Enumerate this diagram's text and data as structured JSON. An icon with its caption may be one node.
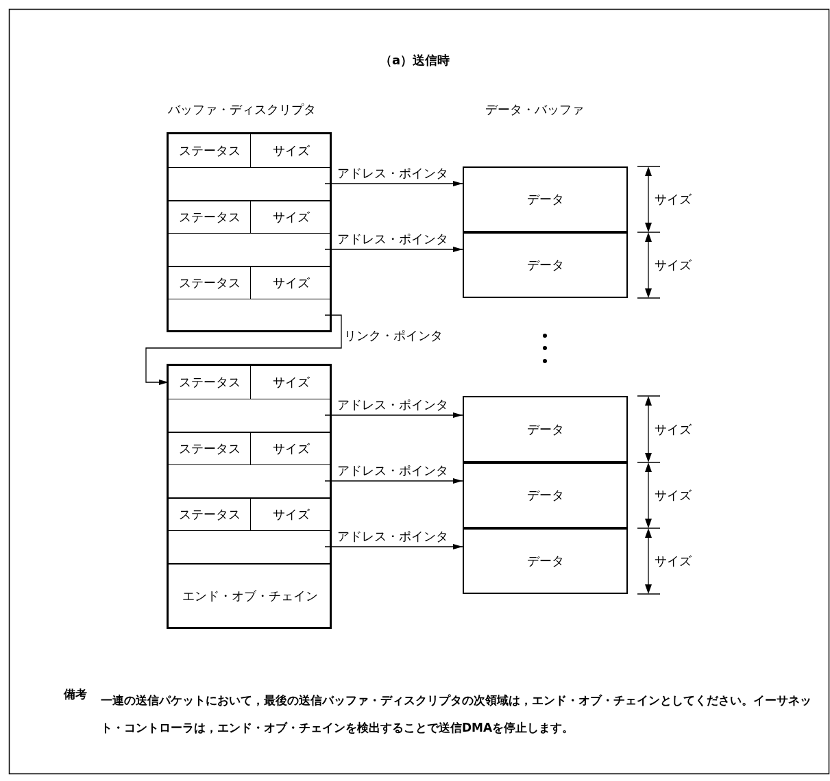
{
  "diagram": {
    "title": "（a）送信時",
    "nodes": [
      {
        "text": [],
        "shape": "box"
      },
      {
        "text": [
          "ステータス"
        ],
        "in": 0
      },
      {
        "text": [
          "サイズ"
        ],
        "in": 0
      },
      {
        "text": [],
        "shape": "box",
        "in": 0
      },
      {
        "text": [
          "ステータス"
        ],
        "in": 0
      },
      {
        "text": [
          "サイズ"
        ],
        "in": 0
      },
      {
        "text": [],
        "shape": "box",
        "in": 0
      },
      {
        "text": [
          "ステータス"
        ],
        "in": 0
      },
      {
        "text": [
          "サイズ"
        ],
        "in": 0
      },
      {
        "text": [],
        "shape": "box",
        "in": 0
      },
      {
        "text": [],
        "shape": "box"
      },
      {
        "text": [
          "ステータス"
        ],
        "in": 10
      },
      {
        "text": [
          "サイズ"
        ],
        "in": 10
      },
      {
        "text": [],
        "shape": "box",
        "in": 10
      },
      {
        "text": [
          "ステータス"
        ],
        "in": 10
      },
      {
        "text": [
          "サイズ"
        ],
        "in": 10
      },
      {
        "text": [],
        "shape": "box",
        "in": 10
      },
      {
        "text": [
          "ステータス"
        ],
        "in": 10
      },
      {
        "text": [
          "サイズ"
        ],
        "in": 10
      },
      {
        "text": [],
        "shape": "box",
        "in": 10
      },
      {
        "text": [
          "エンド・オブ・チェイン"
        ],
        "in": 10
      },
      {
        "text": [
          "データ"
        ]
      },
      {
        "text": [
          "データ"
        ]
      },
      {
        "text": [
          "データ"
        ]
      },
      {
        "text": [
          "データ"
        ]
      },
      {
        "text": [
          "データ"
        ]
      }
    ],
    "edges": [
      {
        "from": 3,
        "to": 21,
        "arrow": "to",
        "label": "アドレス・ポインタ"
      },
      {
        "from": 6,
        "to": 22,
        "arrow": "to",
        "label": "アドレス・ポインタ"
      },
      {
        "from": 9,
        "to": 11,
        "arrow": "to",
        "label": "リンク・ポインタ"
      },
      {
        "from": 13,
        "to": 23,
        "arrow": "to",
        "label": "アドレス・ポインタ"
      },
      {
        "from": 16,
        "to": 24,
        "arrow": "to",
        "label": "アドレス・ポインタ"
      },
      {
        "from": 19,
        "to": 25,
        "arrow": "to",
        "label": "アドレス・ポインタ"
      }
    ],
    "labels": [
      "バッファ・ディスクリプタ",
      "データ・バッファ",
      "サイズ",
      "サイズ",
      "サイズ",
      "サイズ",
      "サイズ",
      "備考",
      "一連の送信パケットにおいて，最後の送信バッファ・ディスクリプタの次領域は，エンド・オブ・チェインとしてください。イーサネット・コントローラは，エンド・オブ・チェインを検出することで送信DMAを停止します。"
    ]
  }
}
